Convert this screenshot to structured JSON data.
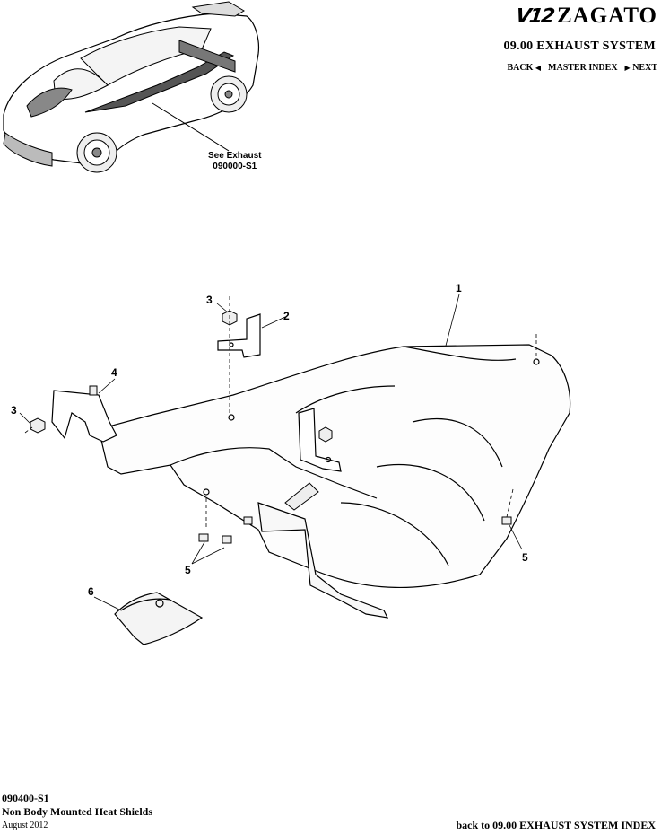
{
  "header": {
    "logo_text": "V12",
    "brand": "ZAGATO",
    "section_title": "09.00 EXHAUST SYSTEM",
    "nav": {
      "back": "BACK",
      "master": "MASTER INDEX",
      "next": "NEXT"
    }
  },
  "car_callout": {
    "line1": "See Exhaust",
    "line2": "090000-S1"
  },
  "callouts": [
    "1",
    "2",
    "3",
    "3",
    "4",
    "5",
    "5",
    "6"
  ],
  "footer": {
    "code": "090400-S1",
    "description": "Non Body Mounted Heat Shields",
    "date": "August 2012",
    "back_link": "back to 09.00 EXHAUST SYSTEM INDEX"
  }
}
